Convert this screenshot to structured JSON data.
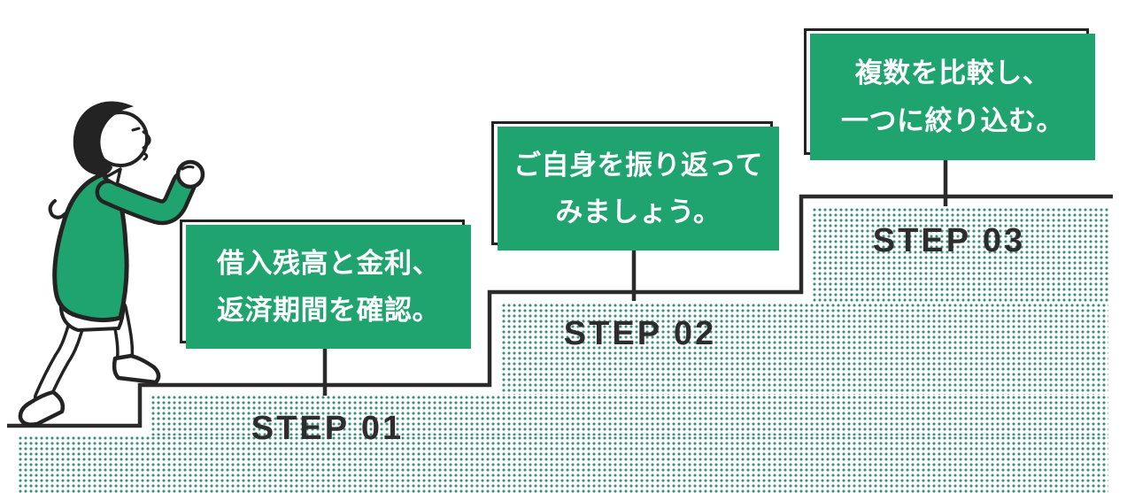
{
  "colors": {
    "accent_green": "#1FA46F",
    "outline_black": "#2B2B2B",
    "dot_teal": "#2D8A72",
    "label_dark": "#2D2D2D",
    "caption_white": "#FFFFFF",
    "background": "#FFFFFF"
  },
  "illustration": {
    "person": "person-climbing-stairs"
  },
  "steps": [
    {
      "label": "STEP 01",
      "caption_lines": [
        "借入残高と金利、",
        "返済期間を確認。"
      ]
    },
    {
      "label": "STEP 02",
      "caption_lines": [
        "ご自身を振り返って",
        "みましょう。"
      ]
    },
    {
      "label": "STEP 03",
      "caption_lines": [
        "複数を比較し、",
        "一つに絞り込む。"
      ]
    }
  ]
}
